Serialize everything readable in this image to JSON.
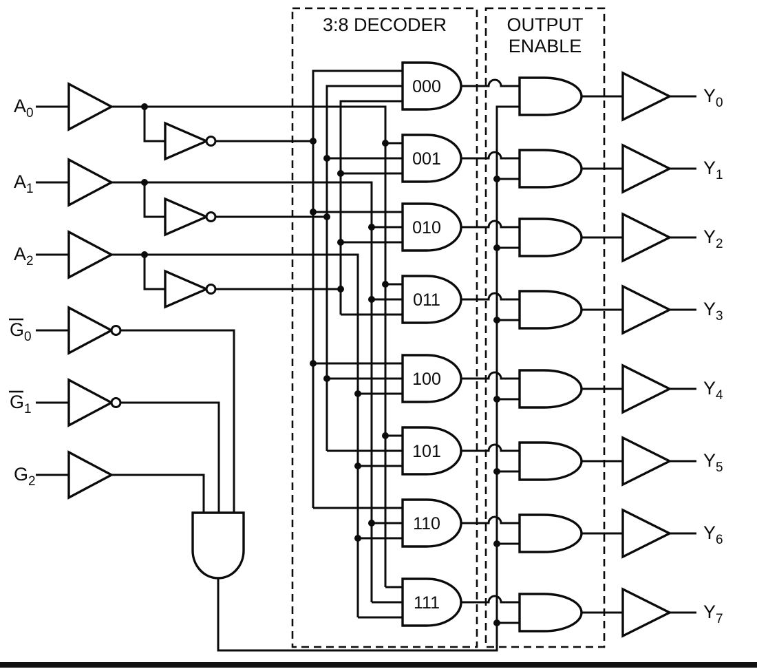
{
  "diagram": {
    "decoder_box_title": "3:8 DECODER",
    "output_enable_title": [
      "OUTPUT",
      "ENABLE"
    ],
    "inputs": [
      {
        "base": "A",
        "sub": "0",
        "overline": false
      },
      {
        "base": "A",
        "sub": "1",
        "overline": false
      },
      {
        "base": "A",
        "sub": "2",
        "overline": false
      },
      {
        "base": "G",
        "sub": "0",
        "overline": true
      },
      {
        "base": "G",
        "sub": "1",
        "overline": true
      },
      {
        "base": "G",
        "sub": "2",
        "overline": false
      }
    ],
    "decoder_gate_labels": [
      "000",
      "001",
      "010",
      "011",
      "100",
      "101",
      "110",
      "111"
    ],
    "output_labels": [
      {
        "base": "Y",
        "sub": "0"
      },
      {
        "base": "Y",
        "sub": "1"
      },
      {
        "base": "Y",
        "sub": "2"
      },
      {
        "base": "Y",
        "sub": "3"
      },
      {
        "base": "Y",
        "sub": "4"
      },
      {
        "base": "Y",
        "sub": "5"
      },
      {
        "base": "Y",
        "sub": "6"
      },
      {
        "base": "Y",
        "sub": "7"
      }
    ],
    "colors": {
      "line": "#000000",
      "background": "#ffffff"
    }
  }
}
